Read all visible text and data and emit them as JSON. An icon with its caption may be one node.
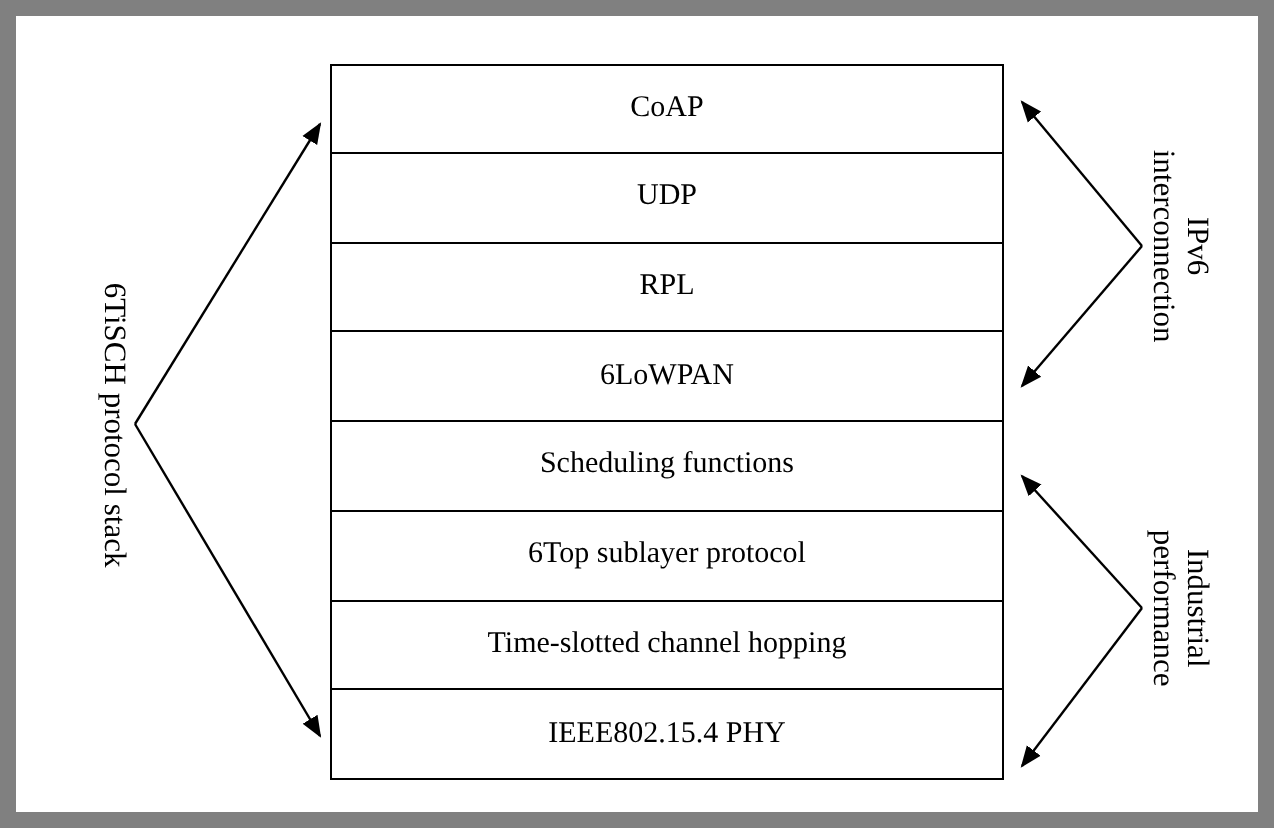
{
  "diagram": {
    "nodes": [
      {
        "text": [
          "CoAP"
        ]
      },
      {
        "text": [
          "UDP"
        ]
      },
      {
        "text": [
          "RPL"
        ]
      },
      {
        "text": [
          "6LoWPAN"
        ]
      },
      {
        "text": [
          "Scheduling functions"
        ]
      },
      {
        "text": [
          "6Top sublayer protocol"
        ]
      },
      {
        "text": [
          "Time-slotted channel hopping"
        ]
      },
      {
        "text": [
          "IEEE802.15.4 PHY"
        ]
      },
      {
        "text": [
          "6TiSCH protocol stack"
        ]
      },
      {
        "text": [
          "IPv6 interconnection"
        ]
      },
      {
        "text": [
          "Industrial performance"
        ]
      }
    ],
    "edges": [
      {
        "from": 8,
        "to": 0,
        "arrow": "to"
      },
      {
        "from": 8,
        "to": 7,
        "arrow": "to"
      },
      {
        "from": 9,
        "to": 0,
        "arrow": "to"
      },
      {
        "from": 9,
        "to": 3,
        "arrow": "to"
      },
      {
        "from": 10,
        "to": 4,
        "arrow": "to"
      },
      {
        "from": 10,
        "to": 7,
        "arrow": "to"
      }
    ]
  }
}
